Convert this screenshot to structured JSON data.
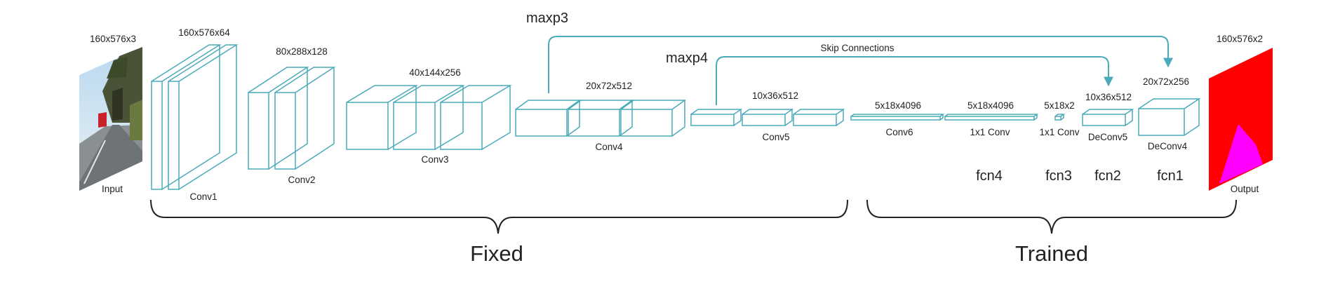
{
  "colors": {
    "layer_stroke": "#4aaab9",
    "output_background": "#ff0000",
    "output_segment": "#ff00ff",
    "brace": "#222222"
  },
  "input": {
    "dims": "160x576x3",
    "label": "Input"
  },
  "output": {
    "dims": "160x576x2",
    "label": "Output"
  },
  "blocks": {
    "conv1": {
      "dims": "160x576x64",
      "label": "Conv1"
    },
    "conv2": {
      "dims": "80x288x128",
      "label": "Conv2"
    },
    "conv3": {
      "dims": "40x144x256",
      "label": "Conv3"
    },
    "conv4": {
      "dims": "20x72x512",
      "label": "Conv4"
    },
    "conv5": {
      "dims": "10x36x512",
      "label": "Conv5"
    },
    "conv6": {
      "dims": "5x18x4096",
      "label": "Conv6"
    },
    "fcn4": {
      "dims": "5x18x4096",
      "label": "1x1 Conv",
      "name": "fcn4"
    },
    "fcn3": {
      "dims": "5x18x2",
      "label": "1x1 Conv",
      "name": "fcn3"
    },
    "fcn2": {
      "dims": "10x36x512",
      "label": "DeConv5",
      "name": "fcn2"
    },
    "fcn1": {
      "dims": "20x72x256",
      "label": "DeConv4",
      "name": "fcn1"
    }
  },
  "skip": {
    "title": "Skip Connections",
    "maxp3": "maxp3",
    "maxp4": "maxp4"
  },
  "groups": {
    "fixed": "Fixed",
    "trained": "Trained"
  }
}
